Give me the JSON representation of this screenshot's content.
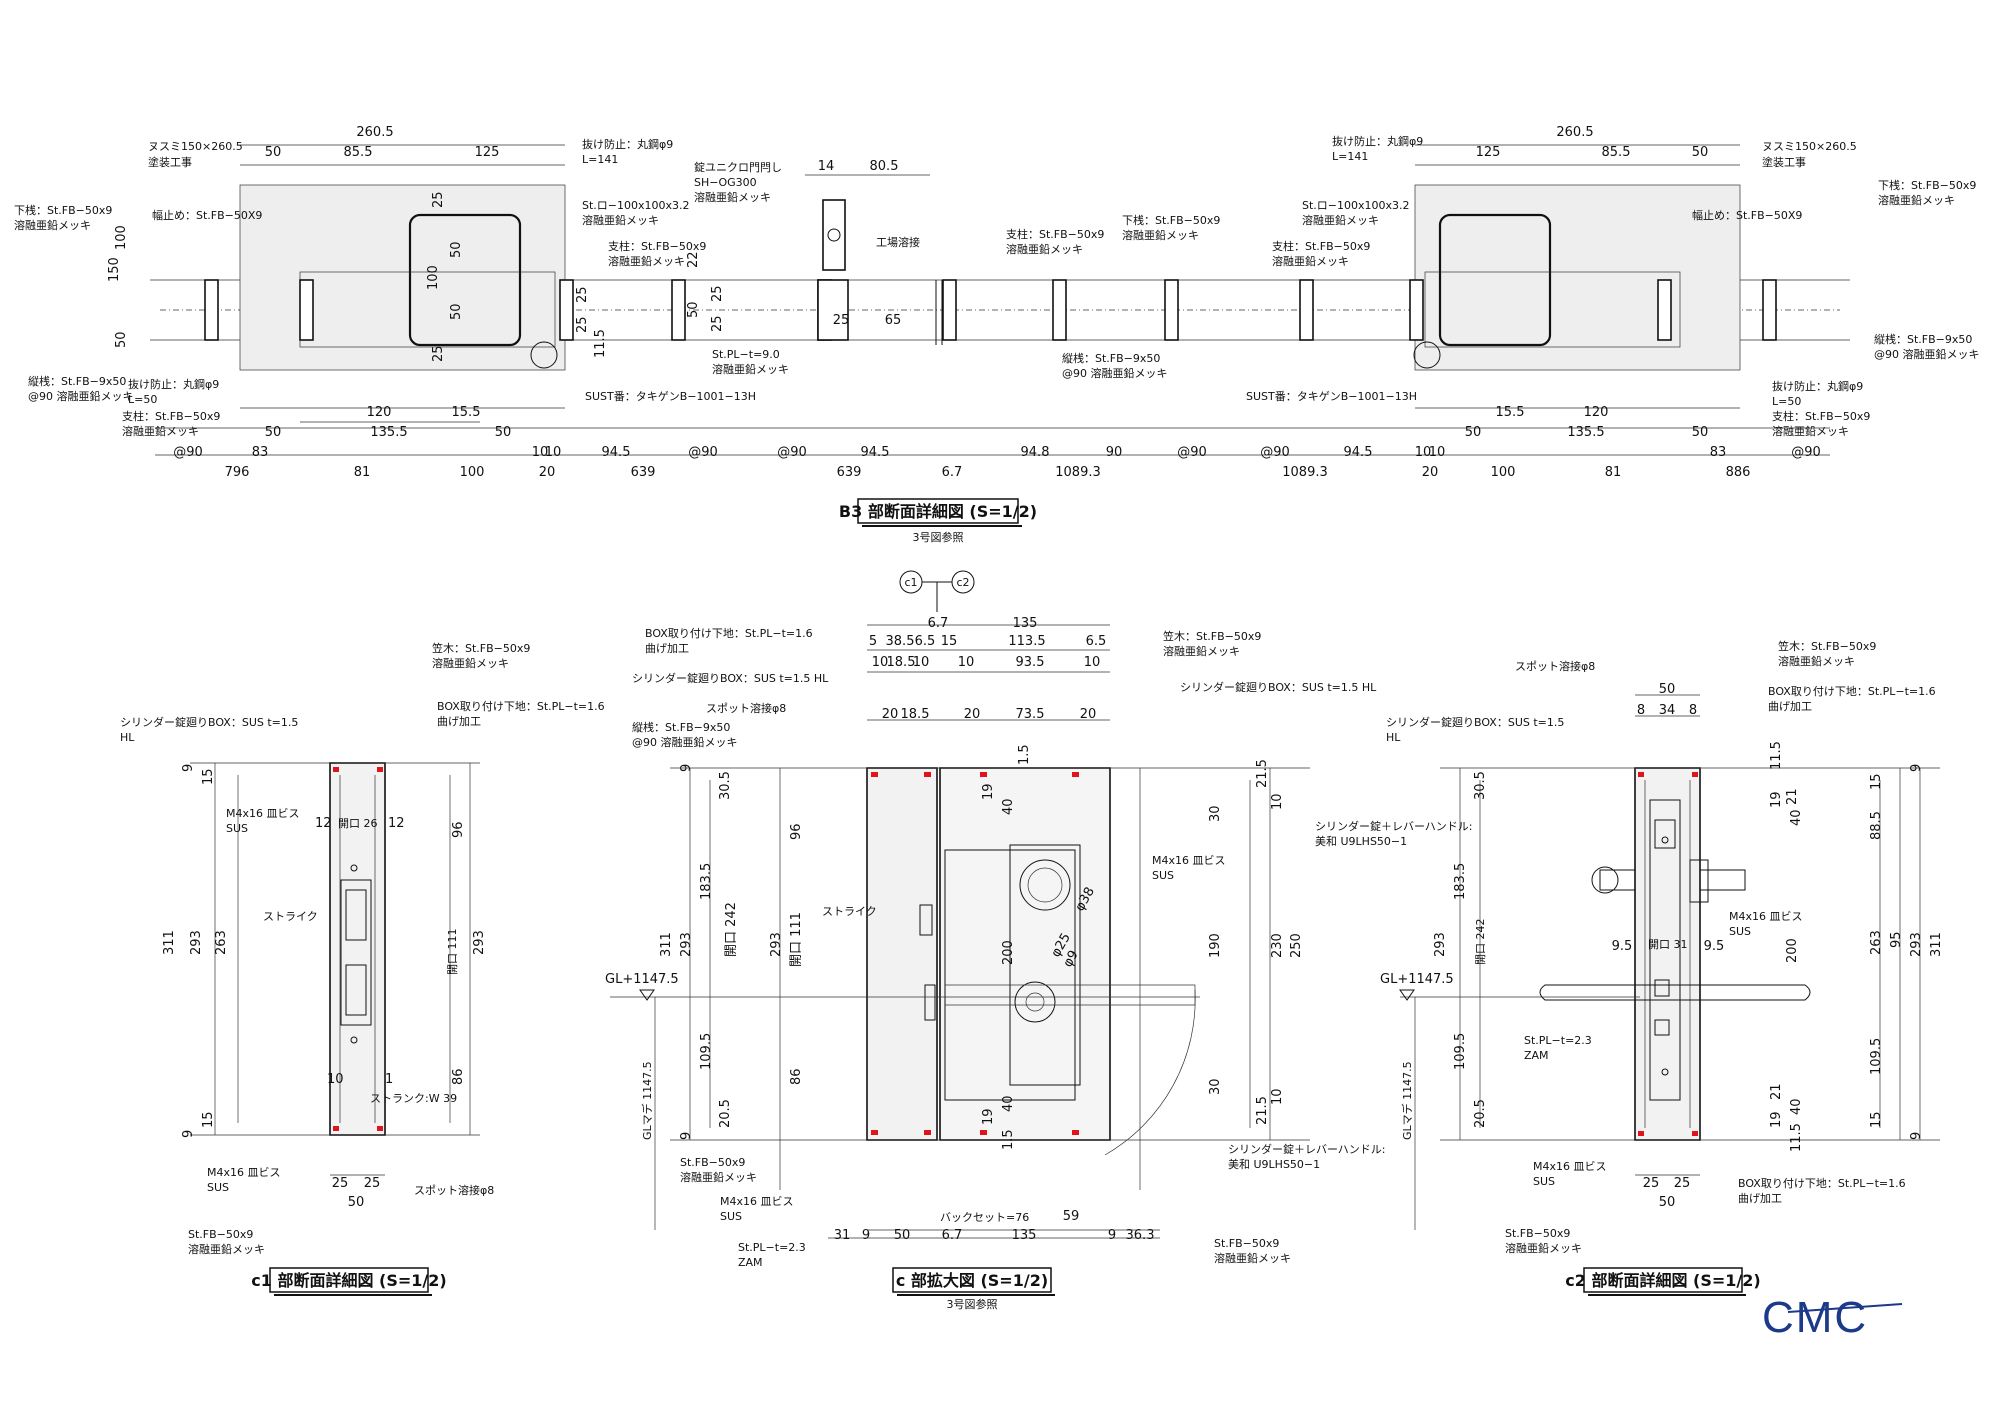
{
  "sections": {
    "b3": {
      "title": "B3 部断面詳細図 (S=1/2)",
      "sub": "3号図参照",
      "left": {
        "top_total": "260.5",
        "top_dims": [
          "50",
          "85.5",
          "125"
        ],
        "conc_label": [
          "ヌスミ150×260.5",
          "塗装工事"
        ],
        "pin_label": [
          "抜け防止：丸鋼φ9",
          "L=141"
        ],
        "rail_label": [
          "下桟：St.FB−50x9",
          "溶融亜鉛メッキ"
        ],
        "stop_label": "幅止め：St.FB−50X9",
        "square_label": [
          "St.ロ−100x100x3.2",
          "溶融亜鉛メッキ"
        ],
        "post_label": [
          "支柱：St.FB−50x9",
          "溶融亜鉛メッキ"
        ],
        "vert_label": [
          "縦桟：St.FB−9x50",
          "@90 溶融亜鉛メッキ"
        ],
        "pin2_label": [
          "抜け防止：丸鋼φ9",
          "L=50"
        ],
        "post2_label": [
          "支柱：St.FB−50x9",
          "溶融亜鉛メッキ"
        ],
        "sust_label": "SUST番：タキゲンB−1001−13H",
        "vdims": [
          "150",
          "100",
          "50",
          "100",
          "50",
          "50",
          "25",
          "25",
          "25",
          "25",
          "11.5"
        ],
        "row1": [
          "120",
          "15.5"
        ],
        "row2": [
          "50",
          "135.5",
          "50"
        ],
        "row3": [
          "@90",
          "83",
          "10",
          "10",
          "94.5",
          "@90"
        ],
        "row4": [
          "796",
          "81",
          "100",
          "20",
          "639"
        ]
      },
      "middle": {
        "lock_label": [
          "錠ユニクロ門閂し",
          "SH−OG300",
          "溶融亜鉛メッキ"
        ],
        "dims_top": [
          "14",
          "80.5"
        ],
        "weld": "工場溶接",
        "post_label": [
          "支柱：St.FB−50x9",
          "溶融亜鉛メッキ"
        ],
        "rail_label": [
          "下桟：St.FB−50x9",
          "溶融亜鉛メッキ"
        ],
        "plate_label": [
          "St.PL−t=9.0",
          "溶融亜鉛メッキ"
        ],
        "vert_label": [
          "縦桟：St.FB−9x50",
          "@90 溶融亜鉛メッキ"
        ],
        "dims": [
          "22",
          "25",
          "50",
          "25",
          "25",
          "65"
        ],
        "row3": [
          "@90",
          "94.5",
          "6.7",
          "94.8",
          "90",
          "@90"
        ],
        "row4": [
          "639",
          "1089.3"
        ]
      },
      "right": {
        "top_total": "260.5",
        "top_dims": [
          "125",
          "85.5",
          "50"
        ],
        "conc_label": [
          "ヌスミ150×260.5",
          "塗装工事"
        ],
        "pin_label": [
          "抜け防止：丸鋼φ9",
          "L=141"
        ],
        "rail_label": [
          "下桟：St.FB−50x9",
          "溶融亜鉛メッキ"
        ],
        "stop_label": "幅止め：St.FB−50X9",
        "square_label": [
          "St.ロ−100x100x3.2",
          "溶融亜鉛メッキ"
        ],
        "post_label": [
          "支柱：St.FB−50x9",
          "溶融亜鉛メッキ"
        ],
        "vert_label": [
          "縦桟：St.FB−9x50",
          "@90 溶融亜鉛メッキ"
        ],
        "pin2_label": [
          "抜け防止：丸鋼φ9",
          "L=50"
        ],
        "post2_label": [
          "支柱：St.FB−50x9",
          "溶融亜鉛メッキ"
        ],
        "sust_label": "SUST番：タキゲンB−1001−13H",
        "row1": [
          "15.5",
          "120"
        ],
        "row2": [
          "50",
          "135.5",
          "50"
        ],
        "row3": [
          "@90",
          "94.5",
          "10",
          "10",
          "83",
          "@90"
        ],
        "row4": [
          "1089.3",
          "20",
          "100",
          "81",
          "886"
        ]
      }
    },
    "c1": {
      "title": "c1 部断面詳細図 (S=1/2)",
      "labels": {
        "top_rail": [
          "笠木：St.FB−50x9",
          "溶融亜鉛メッキ"
        ],
        "box_plate": [
          "BOX取り付け下地：St.PL−t=1.6",
          "曲げ加工"
        ],
        "cyl_box": [
          "シリンダー錠廻りBOX：SUS t=1.5",
          "HL"
        ],
        "screw": [
          "M4x16 皿ビス",
          "SUS"
        ],
        "strike": "ストライク",
        "stroke": "ストランク:W 39",
        "screw2": [
          "M4x16 皿ビス",
          "SUS"
        ],
        "spot": "スポット溶接φ8",
        "bottom_rail": [
          "St.FB−50x9",
          "溶融亜鉛メッキ"
        ],
        "opening": "開口 26",
        "opening_v": "開口 111"
      },
      "dims": {
        "left": [
          "311",
          "293",
          "263",
          "15",
          "9",
          "15",
          "9"
        ],
        "right": [
          "96",
          "293",
          "86"
        ],
        "top": [
          "12",
          "12"
        ],
        "small": [
          "10",
          "1"
        ],
        "bottom": [
          "25",
          "25",
          "50"
        ]
      }
    },
    "c": {
      "title": "c 部拡大図 (S=1/2)",
      "sub": "3号図参照",
      "markers": [
        "c1",
        "c2"
      ],
      "labels": {
        "box_plate": [
          "BOX取り付け下地：St.PL−t=1.6",
          "曲げ加工"
        ],
        "cyl_box_l": "シリンダー錠廻りBOX：SUS t=1.5 HL",
        "spot": "スポット溶接φ8",
        "vert": [
          "縦桟：St.FB−9x50",
          "@90 溶融亜鉛メッキ"
        ],
        "top_rail": [
          "笠木：St.FB−50x9",
          "溶融亜鉛メッキ"
        ],
        "cyl_box_r": "シリンダー錠廻りBOX：SUS t=1.5 HL",
        "screw_r": [
          "M4x16 皿ビス",
          "SUS"
        ],
        "strike": "ストライク",
        "lock": [
          "シリンダー錠＋レバーハンドル:",
          "美和 U9LHS50−1"
        ],
        "fb": [
          "St.FB−50x9",
          "溶融亜鉛メッキ"
        ],
        "screw_b": [
          "M4x16 皿ビス",
          "SUS"
        ],
        "plate": [
          "St.PL−t=2.3",
          "ZAM"
        ],
        "fb_r": [
          "St.FB−50x9",
          "溶融亜鉛メッキ"
        ],
        "gl": "GL+1147.5",
        "gl_v": "GLマデ 1147.5",
        "backset": "バックセット=76"
      },
      "dims": {
        "top": [
          "6.7",
          "135"
        ],
        "row2": [
          "5",
          "38.5",
          "6.5",
          "15",
          "113.5",
          "6.5"
        ],
        "row3": [
          "10",
          "18.5",
          "10",
          "10",
          "93.5",
          "10"
        ],
        "row4": [
          "20",
          "18.5",
          "20",
          "73.5",
          "20"
        ],
        "left": [
          "311",
          "293",
          "183.5",
          "109.5",
          "96",
          "86",
          "30.5",
          "20.5",
          "9",
          "9"
        ],
        "mid": [
          "開口 242",
          "293",
          "開口 111"
        ],
        "right": [
          "21.5",
          "10",
          "30",
          "190",
          "30",
          "21.5",
          "230",
          "250",
          "10"
        ],
        "small": [
          "1.5",
          "19",
          "40",
          "40",
          "19",
          "1.5",
          "200",
          "φ25",
          "φ9",
          "φ38"
        ],
        "bottom": [
          "31",
          "9",
          "50",
          "6.7",
          "135",
          "9",
          "36.3",
          "59"
        ]
      }
    },
    "c2": {
      "title": "c2 部断面詳細図 (S=1/2)",
      "labels": {
        "spot": "スポット溶接φ8",
        "top_rail": [
          "笠木：St.FB−50x9",
          "溶融亜鉛メッキ"
        ],
        "box_plate": [
          "BOX取り付け下地：St.PL−t=1.6",
          "曲げ加工"
        ],
        "cyl_box": [
          "シリンダー錠廻りBOX：SUS t=1.5",
          "HL"
        ],
        "lock": [
          "シリンダー錠＋レバーハンドル:",
          "美和 U9LHS50−1"
        ],
        "screw": [
          "M4x16 皿ビス",
          "SUS"
        ],
        "plate": [
          "St.PL−t=2.3",
          "ZAM"
        ],
        "screw2": [
          "M4x16 皿ビス",
          "SUS"
        ],
        "box_plate2": [
          "BOX取り付け下地：St.PL−t=1.6",
          "曲げ加工"
        ],
        "bottom_rail": [
          "St.FB−50x9",
          "溶融亜鉛メッキ"
        ],
        "opening": "開口 31",
        "opening_v": "開口 242",
        "gl": "GL+1147.5",
        "gl_v": "GLマデ 1147.5"
      },
      "dims": {
        "top": [
          "50",
          "8",
          "34",
          "8"
        ],
        "left": [
          "30.5",
          "183.5",
          "293",
          "109.5",
          "20.5"
        ],
        "right": [
          "11.5",
          "15",
          "9",
          "21",
          "19",
          "40",
          "88.5",
          "200",
          "263",
          "95",
          "293",
          "311",
          "109.5",
          "21",
          "19",
          "40",
          "15",
          "9",
          "11.5"
        ],
        "side": [
          "9.5",
          "9.5"
        ],
        "bottom": [
          "25",
          "25",
          "50"
        ]
      }
    }
  },
  "logo": "CMC"
}
